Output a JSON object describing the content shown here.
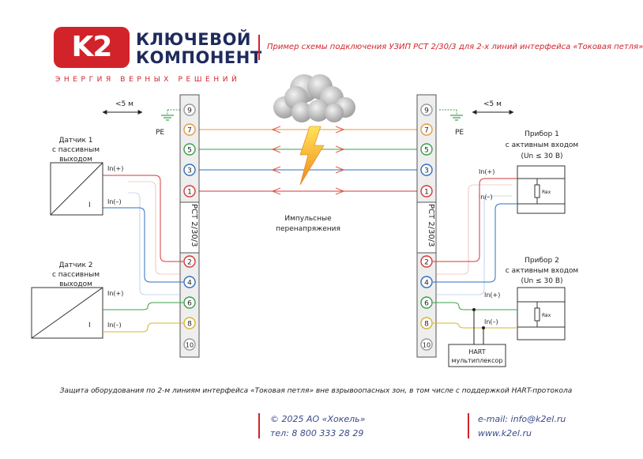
{
  "header": {
    "logo_text": "K2",
    "brand_line1": "КЛЮЧЕВОЙ",
    "brand_line2": "КОМПОНЕНТ",
    "tagline": "ЭНЕРГИЯ ВЕРНЫХ РЕШЕНИЙ",
    "title": "Пример схемы подключения УЗИП РСТ 2/30/3 для 2-х линий интерфейса «Токовая петля»"
  },
  "diagram": {
    "distance_left": "<5 м",
    "distance_right": "<5 м",
    "pe_left": "PE",
    "pe_right": "PE",
    "device_label": "РСТ 2/30/3",
    "surge_label_line1": "Импульсные",
    "surge_label_line2": "перенапряжения",
    "terminals": [
      "9",
      "7",
      "5",
      "3",
      "1",
      "2",
      "4",
      "6",
      "8",
      "10"
    ],
    "sensor1": {
      "line1": "Датчик 1",
      "line2": "с пассивным",
      "line3": "выходом",
      "symbol": "I",
      "in_plus": "In(+)",
      "in_minus": "In(–)"
    },
    "sensor2": {
      "line1": "Датчик 2",
      "line2": "с пассивным",
      "line3": "выходом",
      "symbol": "I",
      "in_plus": "In(+)",
      "in_minus": "In(–)"
    },
    "device1": {
      "line1": "Прибор 1",
      "line2": "с активным входом",
      "line3": "(Un ≤ 30 В)",
      "in_plus": "In(+)",
      "in_minus": "In(–)",
      "resistor": "Rвх"
    },
    "device2": {
      "line1": "Прибор 2",
      "line2": "с активным входом",
      "line3": "(Un ≤ 30 В)",
      "in_plus": "In(+)",
      "in_minus": "In(–)",
      "resistor": "Rвх"
    },
    "hart_line1": "HART",
    "hart_line2": "мультиплексор",
    "caption": "Защита оборудования по 2-м линиям интерфейса «Токовая петля» вне взрывоопасных зон, в том числе с поддержкой HART-протокола"
  },
  "footer": {
    "copyright": "© 2025 АО «Хокель»",
    "phone": "тел: 8 800 333 28 29",
    "email": "e-mail: info@k2el.ru",
    "site": "www.k2el.ru"
  },
  "colors": {
    "brand_red": "#d2232a",
    "brand_navy": "#1f2a5c",
    "wire_orange": "#e89a3c",
    "wire_green": "#3aa04a",
    "wire_blue": "#2f6fc2",
    "wire_red": "#d23a3a",
    "wire_yellow": "#d8b430",
    "wire_gray": "#9a9a9a"
  }
}
